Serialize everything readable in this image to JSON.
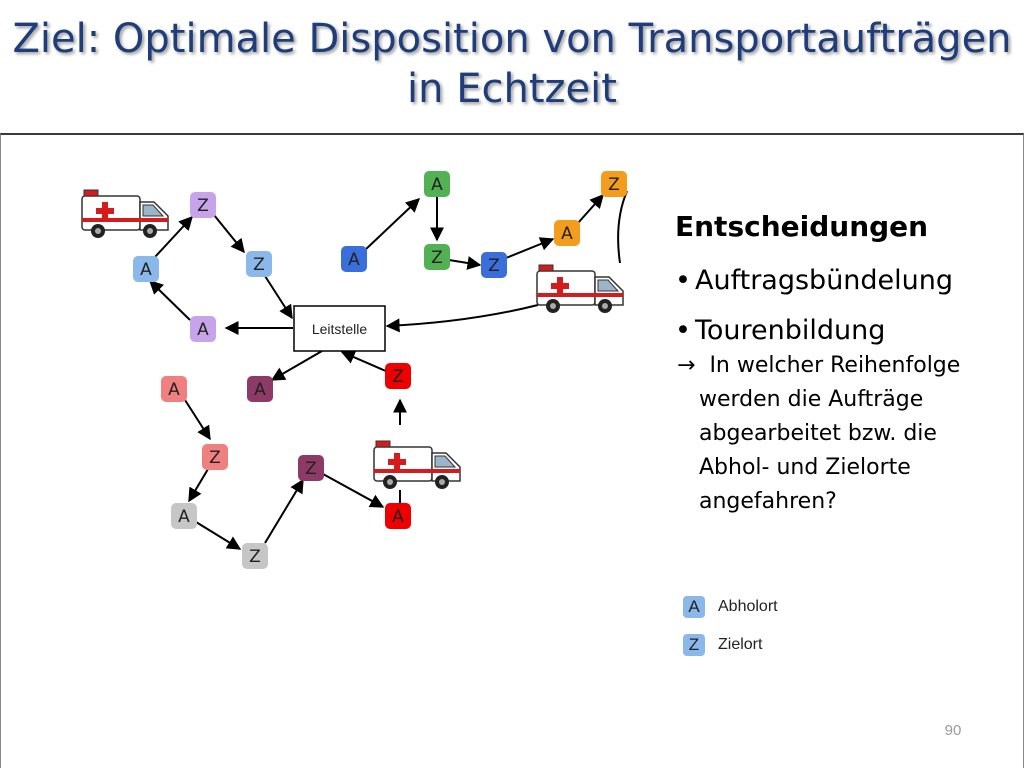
{
  "title": {
    "line1": "Ziel: Optimale Disposition von Transportaufträgen",
    "line2": "in Echtzeit"
  },
  "diagram": {
    "hub_label": "Leitstelle",
    "nodes": [
      {
        "id": "a1",
        "label": "A",
        "color": "#8ab8ea"
      },
      {
        "id": "z1",
        "label": "Z",
        "color": "#c7a4ea"
      },
      {
        "id": "z2",
        "label": "Z",
        "color": "#8ab8ea"
      },
      {
        "id": "a2",
        "label": "A",
        "color": "#c7a4ea"
      },
      {
        "id": "a3",
        "label": "A",
        "color": "#3a6fdb"
      },
      {
        "id": "a4",
        "label": "A",
        "color": "#52b153"
      },
      {
        "id": "z3",
        "label": "Z",
        "color": "#52b153"
      },
      {
        "id": "z4",
        "label": "Z",
        "color": "#3a6fdb"
      },
      {
        "id": "a5",
        "label": "A",
        "color": "#f39c1d"
      },
      {
        "id": "z5",
        "label": "Z",
        "color": "#f39c1d"
      },
      {
        "id": "a6",
        "label": "A",
        "color": "#f08080"
      },
      {
        "id": "a7",
        "label": "A",
        "color": "#8e3a66"
      },
      {
        "id": "z6",
        "label": "Z",
        "color": "#ee0000"
      },
      {
        "id": "z7",
        "label": "Z",
        "color": "#f08080"
      },
      {
        "id": "z8",
        "label": "Z",
        "color": "#8e3a66"
      },
      {
        "id": "a8",
        "label": "A",
        "color": "#c6c6c6"
      },
      {
        "id": "z9",
        "label": "Z",
        "color": "#c6c6c6"
      },
      {
        "id": "a9",
        "label": "A",
        "color": "#ee0000"
      }
    ]
  },
  "sidebar": {
    "heading": "Entscheidungen",
    "bullets": [
      "Auftragsbündelung",
      "Tourenbildung"
    ],
    "arrow_glyph": "→",
    "detail_lines": [
      "In welcher Reihenfolge",
      "werden die Aufträge",
      "abgearbeitet bzw. die",
      "Abhol- und Zielorte",
      "angefahren?"
    ]
  },
  "legend": [
    {
      "letter": "A",
      "text": "Abholort",
      "color": "#8ab8ea"
    },
    {
      "letter": "Z",
      "text": "Zielort",
      "color": "#8ab8ea"
    }
  ],
  "page_number": "90"
}
